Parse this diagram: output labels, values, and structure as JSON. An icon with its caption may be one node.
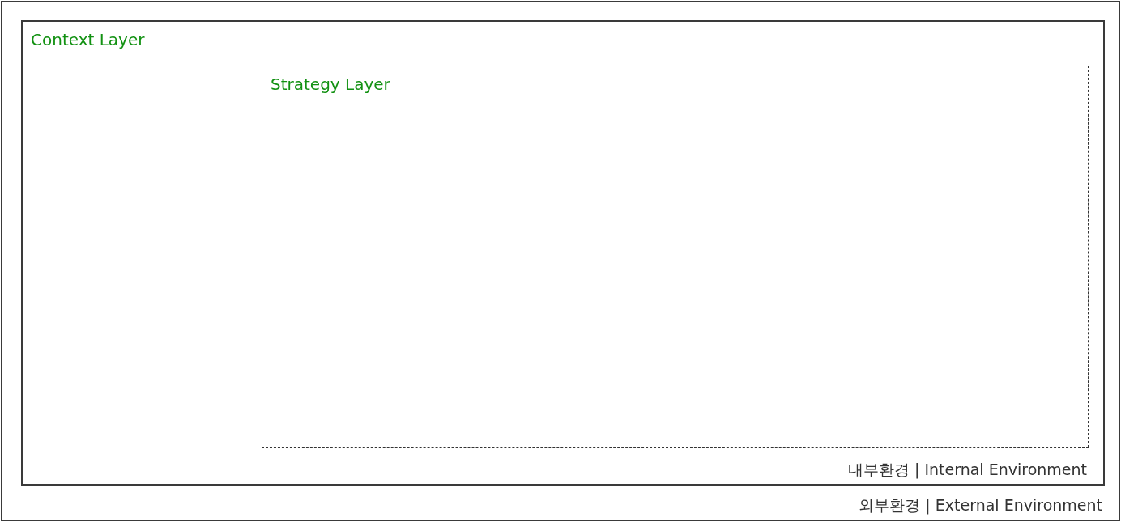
{
  "diagram": {
    "nodes": [
      {
        "text": [
          "외부환경 | External Environment"
        ]
      },
      {
        "text": [
          "Context Layer",
          "내부환경 | Internal Environment"
        ],
        "in": 0
      },
      {
        "text": [
          "Strategy Layer"
        ],
        "in": 1
      }
    ]
  }
}
